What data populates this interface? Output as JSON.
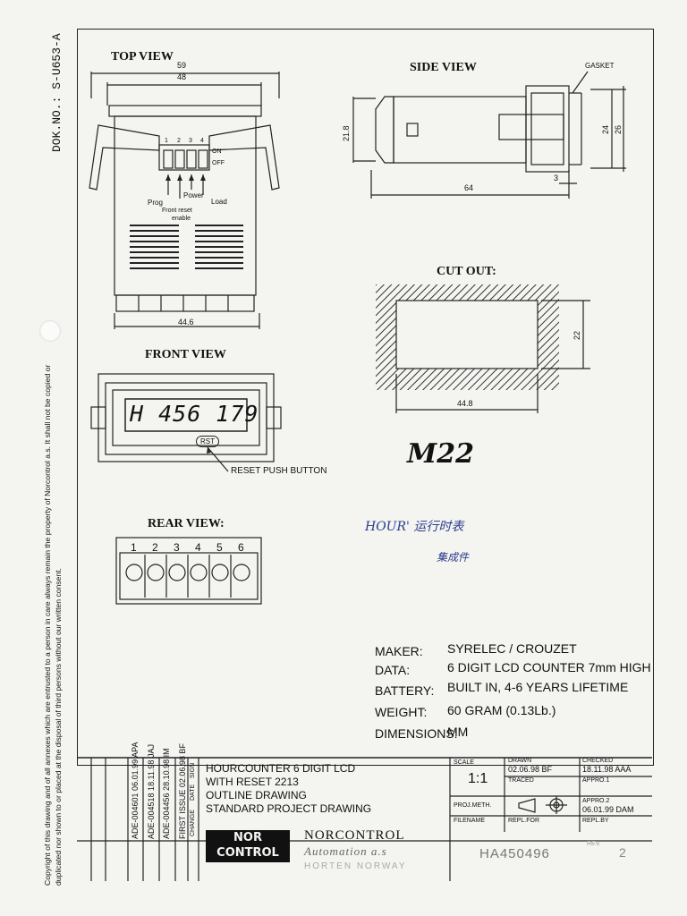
{
  "doc_number": "DOK.NO.: S-U653-A",
  "side_notice": "Copyright of this drawing and of all annexes which are entrusted to a person in care always remain the property of Norcontrol a.s. It shall not be copied or duplicated nor shown to or placed at the disposal of third persons without our written consent.",
  "views": {
    "top": {
      "title": "TOP VIEW",
      "dims": [
        "59",
        "48",
        "44.6"
      ],
      "switch_labels": [
        "1",
        "2",
        "3",
        "4",
        "ON",
        "OFF"
      ],
      "pointer_labels": [
        "Prog",
        "Power",
        "Load",
        "Front reset",
        "enable"
      ]
    },
    "side": {
      "title": "SIDE VIEW",
      "gasket": "GASKET",
      "dims": [
        "21.8",
        "24",
        "26",
        "64",
        "3"
      ]
    },
    "cutout": {
      "title": "CUT OUT:",
      "dims": [
        "22",
        "44.8"
      ]
    },
    "front": {
      "title": "FRONT VIEW",
      "lcd": "H 456 179",
      "rst": "RST",
      "reset_label": "RESET PUSH BUTTON"
    },
    "rear": {
      "title": "REAR VIEW:",
      "terminals": [
        "1",
        "2",
        "3",
        "4",
        "5",
        "6"
      ]
    }
  },
  "handwriting": {
    "code": "M22",
    "note1": "HOUR' 运行时表",
    "note2": "集成件"
  },
  "specs": [
    {
      "label": "MAKER:",
      "value": "SYRELEC / CROUZET"
    },
    {
      "label": "DATA:",
      "value": "6 DIGIT LCD COUNTER 7mm HIGH"
    },
    {
      "label": "BATTERY:",
      "value": "BUILT IN, 4-6 YEARS LIFETIME"
    },
    {
      "label": "WEIGHT:",
      "value": "60 GRAM (0.13Lb.)"
    },
    {
      "label": "DIMENSIONS:",
      "value": "MM"
    }
  ],
  "revisions": [
    {
      "rev": "ADE-004601",
      "date": "06.01.99",
      "sign": "APA"
    },
    {
      "rev": "ADE-004518",
      "date": "18.11.98",
      "sign": "JAJ"
    },
    {
      "rev": "ADE-004456",
      "date": "28.10.98",
      "sign": "IM"
    },
    {
      "rev": "FIRST ISSUE",
      "date": "02.06.98",
      "sign": "BF"
    }
  ],
  "revision_headers": [
    "CHANGE",
    "DATE",
    "SIGN"
  ],
  "title_block": {
    "title_lines": [
      "HOURCOUNTER 6 DIGIT LCD",
      "WITH RESET 2213",
      "OUTLINE DRAWING",
      "STANDARD PROJECT DRAWING"
    ],
    "scale_label": "SCALE",
    "scale_value": "1:1",
    "projmeth_label": "PROJ.METH.",
    "filename_label": "FILENAME",
    "drawn_label": "DRAWN",
    "drawn_value": "02.06.98 BF",
    "traced_label": "TRACED",
    "replfor_label": "REPL.FOR",
    "checked_label": "CHECKED",
    "checked_value": "18.11.98 AAA",
    "appro1_label": "APPRO.1",
    "appro2_label": "APPRO.2",
    "appro2_value": "06.01.99 DAM",
    "replby_label": "REPL.BY",
    "logo": "NOR CONTROL",
    "company": "NORCONTROL",
    "company_sub": "Automation a.s",
    "company_loc": "HORTEN NORWAY",
    "drawing_no": "HA450496",
    "sheet_label": "REV.",
    "sheet_value": "2"
  }
}
